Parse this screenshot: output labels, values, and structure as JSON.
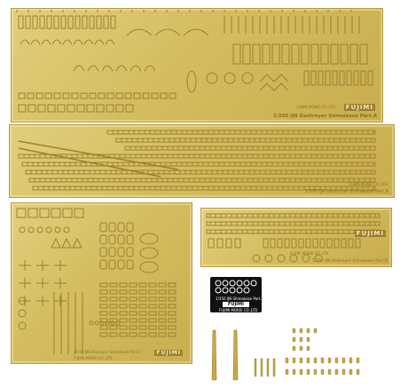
{
  "fret_a": {
    "label": "1/350 IJN Destroyer Shimakaze Part.A",
    "maker": "FUJIMI MOKEI CO.,LTD.",
    "brand": "FUJIMI"
  },
  "fret_b": {
    "label": "1/350 IJN Destroyer Shimakaze Part.B",
    "maker": "FUJIMI MOKEI CO.,LTD."
  },
  "fret_c": {
    "label": "1/350 IJN Destroyer Shimakaze Part.C",
    "maker": "FUJIMI MOKEI CO.,LTD.",
    "brand": "FUJIMI"
  },
  "fret_d": {
    "label": "1/350 IJN Destroyer Shimakaze Part.D",
    "maker": "FUJIMI MOKEI CO.,LTD.",
    "brand": "FUJIMI"
  },
  "decal_sheet": {
    "label": "1/350 IJN Shimakaze Part.E",
    "brand": "FUJIMI",
    "maker": "FUJIMI MOKEI CO.,LTD."
  },
  "colors": {
    "brass": "#d4bd60",
    "brass_dark": "#9c8030",
    "decal_bg": "#111111"
  }
}
